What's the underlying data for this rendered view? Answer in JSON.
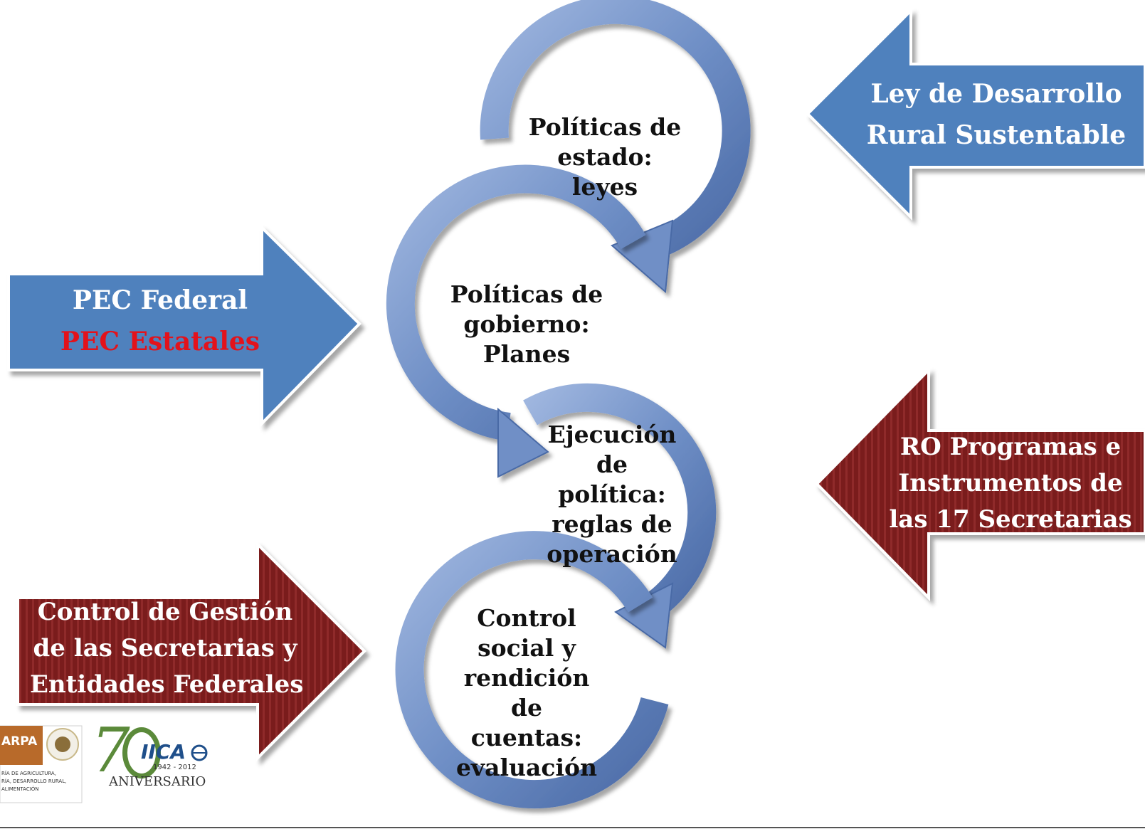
{
  "cycle": {
    "state_policies": [
      "Políticas de",
      "estado: leyes"
    ],
    "government_policies": [
      "Políticas de",
      "gobierno:",
      "Planes"
    ],
    "policy_execution": [
      "Ejecución de",
      "política:",
      "reglas de",
      "operación"
    ],
    "social_control": [
      "Control",
      "social y",
      "rendición de",
      "cuentas:",
      "evaluación"
    ]
  },
  "arrows": {
    "ley": [
      "Ley de Desarrollo",
      "Rural Sustentable"
    ],
    "pec_federal": "PEC Federal",
    "pec_estatales": "PEC Estatales",
    "ro_programas": [
      "RO Programas e",
      "Instrumentos de",
      "las 17 Secretarias"
    ],
    "control_gestion": [
      "Control de Gestión",
      "de las Secretarias y",
      "Entidades Federales"
    ]
  },
  "logos": {
    "sagarpa": "ARPA",
    "sagarpa_sub": [
      "RÍA DE AGRICULTURA,",
      "RÍA, DESARROLLO RURAL,",
      "ALIMENTACIÓN"
    ],
    "iica_number": "7",
    "iica_name": "IICA",
    "iica_years": "1942 - 2012",
    "iica_anniversary": "ANIVERSARIO"
  },
  "colors": {
    "blue_arrow": "#4f81bd",
    "maroon_arrow": "#7a1a1a",
    "circle_blue": "#6f8fc6",
    "pec_estatales_text": "#e3121b",
    "iica_green": "#5b8a3a"
  }
}
